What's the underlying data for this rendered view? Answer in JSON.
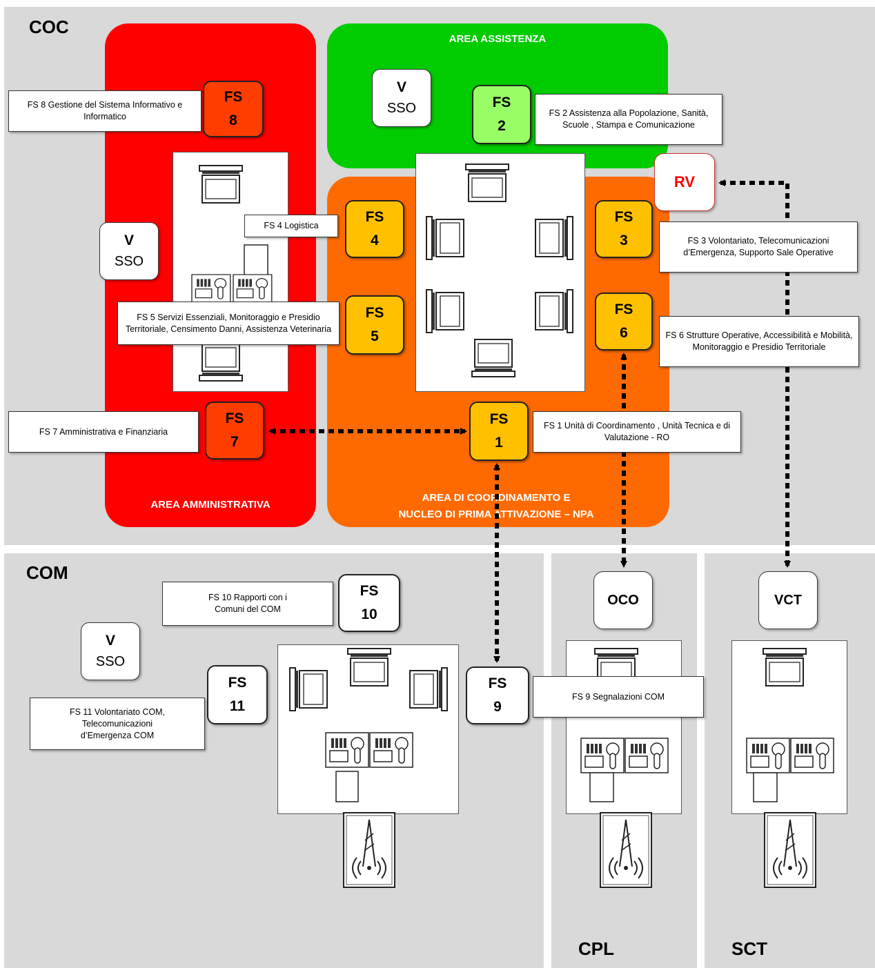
{
  "colors": {
    "panel": "#d9d9d9",
    "area_admin": "#ff0000",
    "area_assist": "#00cc00",
    "area_coord": "#ff6a00",
    "fs_admin": "#ff3d00",
    "fs_assist": "#99ff66",
    "fs_coord": "#ffc000",
    "fs_com": "#ffffff",
    "rv_text": "#ff0000"
  },
  "panels": {
    "coc": "COC",
    "com": "COM",
    "cpl": "CPL",
    "sct": "SCT"
  },
  "areas": {
    "admin": "AREA AMMINISTRATIVA",
    "assist": "AREA ASSISTENZA",
    "coord_line1": "AREA DI COORDINAMENTO  E",
    "coord_line2": "NUCLEO DI PRIMA ATTIVAZIONE  – NPA"
  },
  "vsso": {
    "v": "V",
    "sso": "SSO"
  },
  "fs_label": "FS",
  "functions": {
    "fs1": {
      "number": "1",
      "label": "FS 1 Unità di Coordinamento , Unità Tecnica e di Valutazione - RO"
    },
    "fs2": {
      "number": "2",
      "label": "FS 2 Assistenza alla Popolazione, Sanità, Scuole , Stampa e Comunicazione"
    },
    "fs3": {
      "number": "3",
      "label": "FS 3 Volontariato, Telecomunicazioni d’Emergenza, Supporto Sale Operative"
    },
    "fs4": {
      "number": "4",
      "label": "FS 4 Logistica"
    },
    "fs5": {
      "number": "5",
      "label": "FS 5 Servizi Essenziali, Monitoraggio e Presidio Territoriale, Censimento Danni, Assistenza Veterinaria"
    },
    "fs6": {
      "number": "6",
      "label": "FS 6 Strutture Operative, Accessibilità e Mobilità, Monitoraggio e Presidio Territoriale"
    },
    "fs7": {
      "number": "7",
      "label": "FS 7 Amministrativa e Finanziaria"
    },
    "fs8": {
      "number": "8",
      "label": "FS 8 Gestione del Sistema Informativo e Informatico"
    },
    "fs9": {
      "number": "9",
      "label": "FS 9 Segnalazioni COM"
    },
    "fs10": {
      "number": "10",
      "label": "FS 10 Rapporti con i Comuni del COM"
    },
    "fs11": {
      "number": "11",
      "label": "FS 11 Volontariato COM, Telecomunicazioni d’Emergenza COM"
    }
  },
  "nodes": {
    "rv": "RV",
    "oco": "OCO",
    "vct": "VCT"
  }
}
